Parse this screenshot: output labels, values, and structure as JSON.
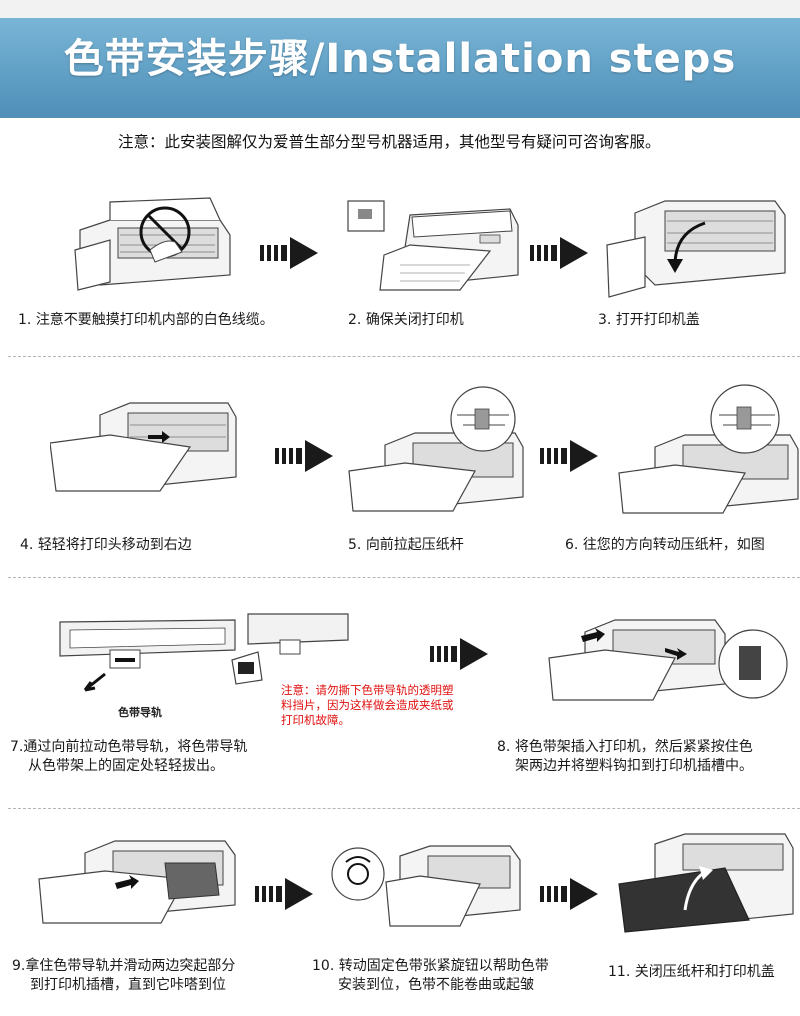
{
  "header": {
    "title": "色带安装步骤/Installation steps"
  },
  "notice": "注意：此安装图解仅为爱普生部分型号机器适用，其他型号有疑问可咨询客服。",
  "steps": [
    {
      "num": "1.",
      "text": "注意不要触摸打印机内部的白色线缆。"
    },
    {
      "num": "2.",
      "text": "确保关闭打印机"
    },
    {
      "num": "3.",
      "text": "打开打印机盖"
    },
    {
      "num": "4.",
      "text": "轻轻将打印头移动到右边"
    },
    {
      "num": "5.",
      "text": "向前拉起压纸杆"
    },
    {
      "num": "6.",
      "text": "往您的方向转动压纸杆，如图"
    },
    {
      "num": "7.",
      "line1": "通过向前拉动色带导轨，将色带导轨",
      "line2": "从色带架上的固定处轻轻拔出。"
    },
    {
      "num": "8.",
      "line1": "将色带架插入打印机，然后紧紧按住色",
      "line2": "架两边并将塑料钩扣到打印机插槽中。"
    },
    {
      "num": "9.",
      "line1": "拿住色带导轨并滑动两边突起部分",
      "line2": "到打印机插槽，直到它咔嗒到位"
    },
    {
      "num": "10.",
      "line1": "转动固定色带张紧旋钮以帮助色带",
      "line2": "安装到位，色带不能卷曲或起皱"
    },
    {
      "num": "11.",
      "text": "关闭压纸杆和打印机盖"
    }
  ],
  "ribbon_guide_label": "色带导轨",
  "warning": "注意：请勿撕下色带导轨的透明塑料挡片，因为这样做会造成夹纸或打印机故障。",
  "colors": {
    "header_bg": "#5f9ec4",
    "warning": "#e01010",
    "arrow": "#1a1a1a"
  },
  "icons": [
    "printer-illustration",
    "right-arrow-icon",
    "no-touch-icon",
    "ribbon-cartridge-illustration"
  ]
}
